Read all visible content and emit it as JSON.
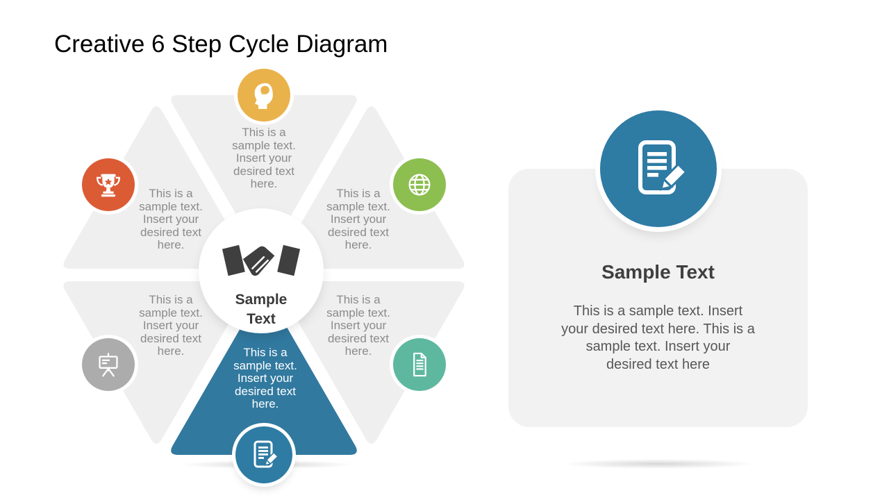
{
  "slide": {
    "title": "Creative 6 Step Cycle Diagram",
    "background_color": "#FFFFFF"
  },
  "diagram": {
    "center": {
      "icon": "handshake-icon",
      "icon_color": "#3F3F3F",
      "label": "Sample\nText"
    },
    "steps": [
      {
        "position": "top",
        "icon": "head-brain-icon",
        "color": "#E9B24B",
        "highlighted": false,
        "text": "This is a\nsample text.\nInsert your\ndesired text\nhere."
      },
      {
        "position": "top-right",
        "icon": "globe-icon",
        "color": "#8CBE50",
        "highlighted": false,
        "text": "This is a\nsample text.\nInsert your\ndesired text\nhere."
      },
      {
        "position": "bottom-right",
        "icon": "document-icon",
        "color": "#5EB8A0",
        "highlighted": false,
        "text": "This is a\nsample text.\nInsert your\ndesired text\nhere."
      },
      {
        "position": "bottom",
        "icon": "note-pencil-icon",
        "color": "#31799F",
        "highlighted": true,
        "text": "This is a\nsample text.\nInsert your\ndesired text\nhere."
      },
      {
        "position": "bottom-left",
        "icon": "presentation-board-icon",
        "color": "#ACACAC",
        "highlighted": false,
        "text": "This is a\nsample text.\nInsert your\ndesired text\nhere."
      },
      {
        "position": "top-left",
        "icon": "trophy-icon",
        "color": "#DB5B35",
        "highlighted": false,
        "text": "This is a\nsample text.\nInsert your\ndesired text\nhere."
      }
    ],
    "segment_color": "#EFEFEF",
    "highlight_color": "#31799F"
  },
  "right_card": {
    "icon": "note-pencil-icon",
    "icon_color": "#2E7BA4",
    "heading": "Sample Text",
    "body": "This is a sample text.  Insert\nyour desired text here. This is a\nsample text.  Insert your\ndesired text here"
  }
}
